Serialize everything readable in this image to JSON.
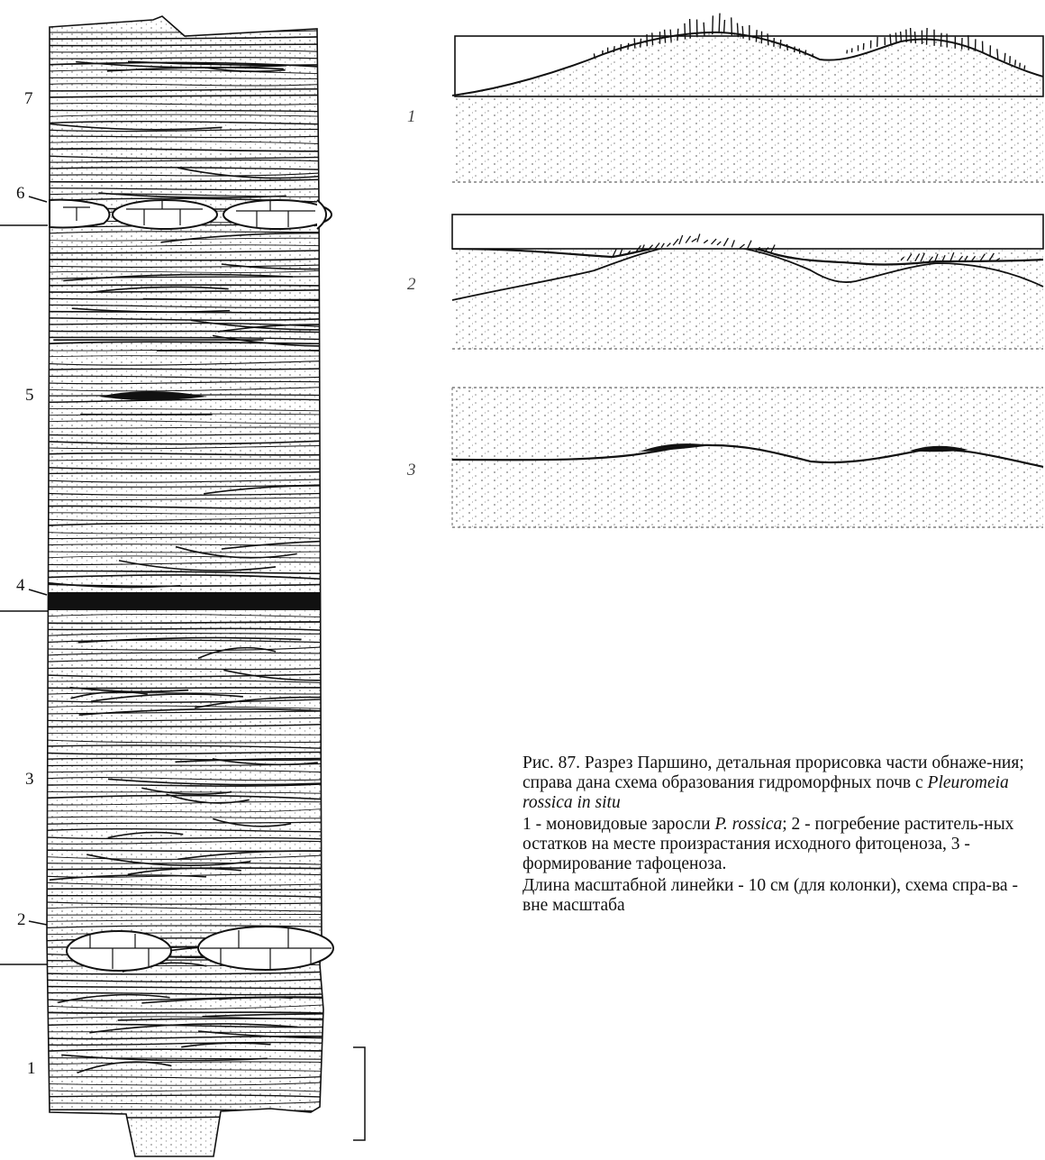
{
  "column": {
    "layer_numbers": [
      "1",
      "2",
      "3",
      "4",
      "5",
      "6",
      "7"
    ]
  },
  "schemes": {
    "panel_numbers": [
      "1",
      "2",
      "3"
    ]
  },
  "caption": {
    "title_prefix": "Рис. 87. Разрез Паршино, детальная прорисовка части обнаже-ния; справа дана схема образования гидроморфных почв с ",
    "title_species": "Pleuromeia rossica in situ",
    "legend_1": "1 - моновидовые заросли ",
    "legend_1_species": "P. rossica",
    "legend_2": "; 2 - погребение раститель-ных остатков на месте произрастания исходного фитоценоза, 3 - формирование тафоценоза.",
    "scale_note": "Длина масштабной линейки - 10 см (для колонки), схема спра-ва - вне масштаба"
  }
}
